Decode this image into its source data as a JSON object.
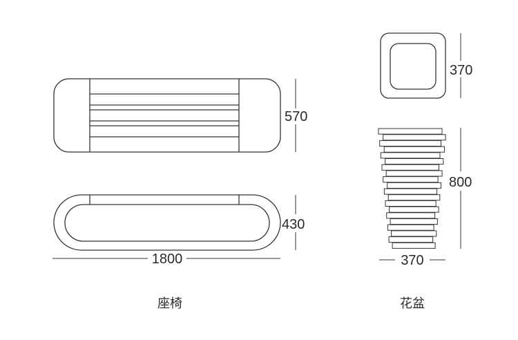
{
  "bench": {
    "width_label": "1800",
    "depth_label": "570",
    "height_label": "430",
    "caption": "座椅"
  },
  "planter": {
    "top_label": "370",
    "height_label": "800",
    "width_label": "370",
    "caption": "花盆"
  },
  "colors": {
    "line": "#333333",
    "text": "#2a2a2a",
    "background": "#ffffff"
  }
}
